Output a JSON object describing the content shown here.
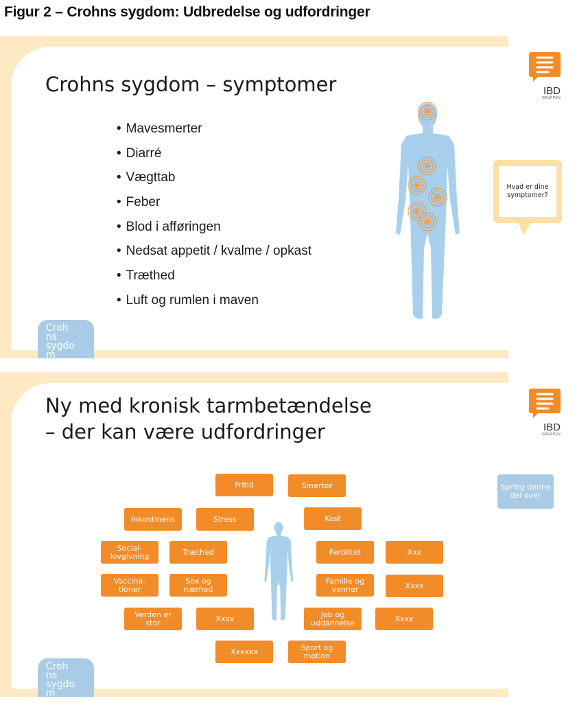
{
  "figure_caption": "Figur 2 – Crohns sygdom: Udbredelse og udfordringer",
  "logo": {
    "name": "IBD",
    "sub": "GRUPPEN"
  },
  "tab_lines": [
    "Croh",
    "ns",
    "sygdo",
    "m"
  ],
  "slide1": {
    "title": "Crohns sygdom – symptomer",
    "bullets": [
      "Mavesmerter",
      "Diarré",
      "Vægttab",
      "Feber",
      "Blod i afføringen",
      "Nedsat appetit / kvalme / opkast",
      "Træthed",
      "Luft og rumlen i maven"
    ],
    "speech_bubble": "Hvad er dine symptomer?"
  },
  "slide2": {
    "title_line1": "Ny med kronisk tarmbetændelse",
    "title_line2": "– der kan være udfordringer",
    "skip_button": "Spring denne del over",
    "chips": [
      "Fritid",
      "Smerter",
      "Inkontinens",
      "Stress",
      "Kost",
      "Social-\nlovgivning",
      "Træthed",
      "Fertilitet",
      "Xxx",
      "Vaccina-\ntioner",
      "Sex og\nnærhed",
      "Familie og\nvenner",
      "Xxxx",
      "Verden er\nstor",
      "Xxxx",
      "Job og\nuddannelse",
      "Xxxx",
      "Xxxxxx",
      "Sport og\nmotion"
    ]
  },
  "colors": {
    "orange": "#f28c28",
    "light_blue": "#a9cbe6",
    "body_blue": "#a8d0ec",
    "peach": "#fde9c4"
  }
}
